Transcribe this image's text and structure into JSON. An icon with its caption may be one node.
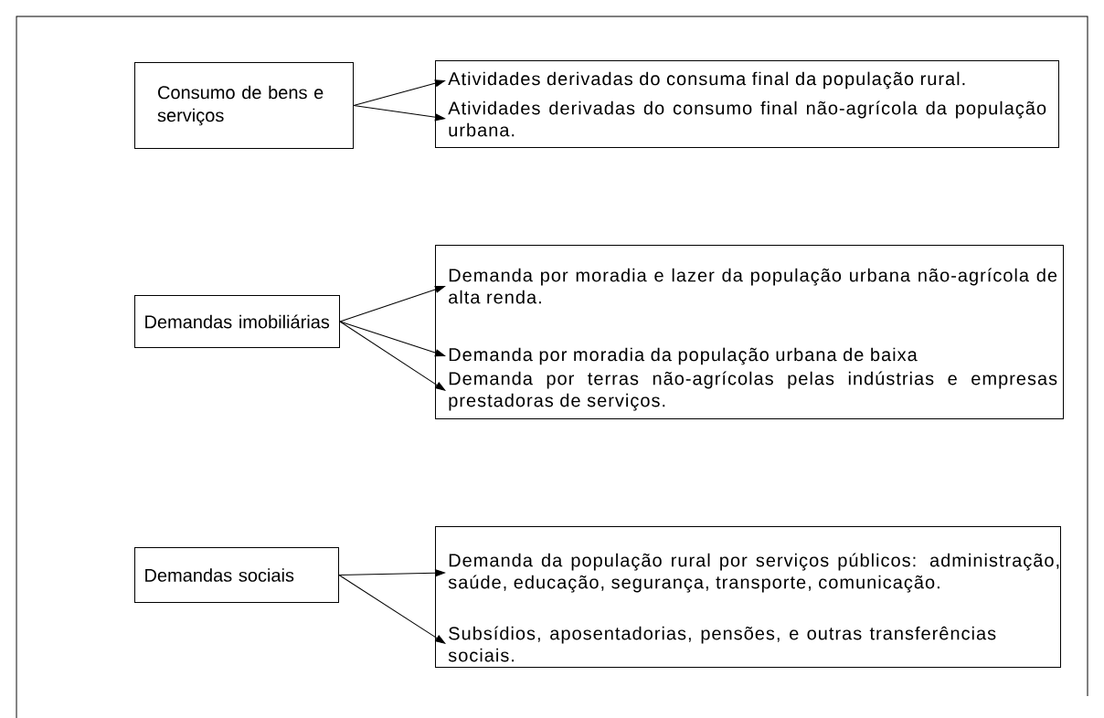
{
  "diagram": {
    "nodes": [
      {
        "text": [
          "Consumo de bens e serviços"
        ]
      },
      {
        "text": [],
        "shape": "box"
      },
      {
        "text": [
          "Atividades derivadas do consuma final da população rural."
        ],
        "in": 1
      },
      {
        "text": [
          "Atividades derivadas do consumo final não-agrícola da população urbana."
        ],
        "in": 1
      },
      {
        "text": [
          "Demandas imobiliárias"
        ]
      },
      {
        "text": [],
        "shape": "box"
      },
      {
        "text": [
          "Demanda por moradia e lazer da população urbana não-agrícola de alta renda."
        ],
        "in": 5
      },
      {
        "text": [
          "Demanda por moradia da população urbana de baixa"
        ],
        "in": 5
      },
      {
        "text": [
          "Demanda por terras não-agrícolas pelas indústrias e empresas prestadoras de serviços."
        ],
        "in": 5
      },
      {
        "text": [
          "Demandas sociais"
        ]
      },
      {
        "text": [],
        "shape": "box"
      },
      {
        "text": [
          "Demanda da população rural por serviços públicos: administração, saúde, educação, segurança, transporte, comunicação."
        ],
        "in": 10
      },
      {
        "text": [
          "Subsídios, aposentadorias, pensões, e outras transferências sociais."
        ],
        "in": 10
      }
    ],
    "edges": [
      {
        "from": 0,
        "to": 2,
        "arrow": "to"
      },
      {
        "from": 0,
        "to": 3,
        "arrow": "to"
      },
      {
        "from": 4,
        "to": 6,
        "arrow": "to"
      },
      {
        "from": 4,
        "to": 7,
        "arrow": "to"
      },
      {
        "from": 4,
        "to": 8,
        "arrow": "to"
      },
      {
        "from": 9,
        "to": 11,
        "arrow": "to"
      },
      {
        "from": 9,
        "to": 12,
        "arrow": "to"
      }
    ]
  }
}
